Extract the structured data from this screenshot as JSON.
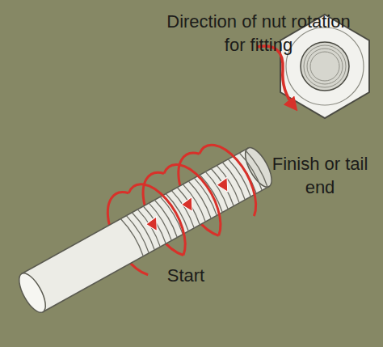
{
  "diagram": {
    "labels": [
      "Direction of nut rotation for fitting",
      "Finish or tail end",
      "Start"
    ]
  }
}
